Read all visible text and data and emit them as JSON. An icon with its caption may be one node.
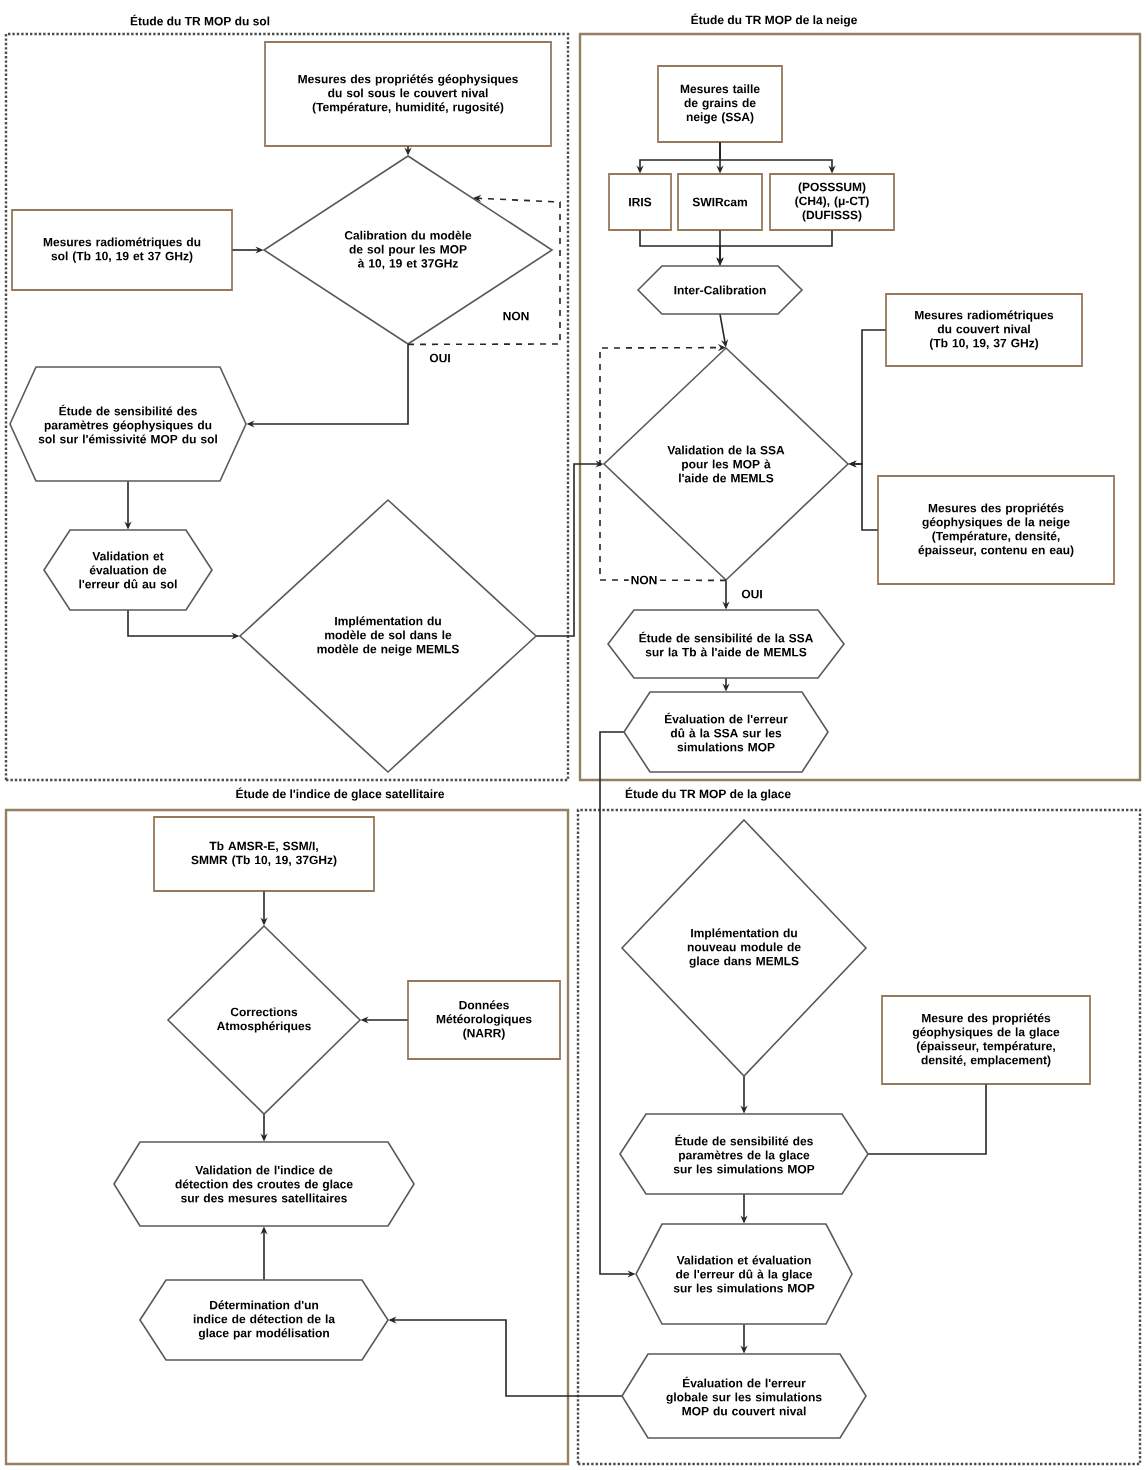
{
  "diagram": {
    "nodes": [
      {
        "text": [
          "Étude du TR MOP du sol"
        ]
      },
      {
        "text": [
          "Mesures des propriétés géophysiques du sol sous le couvert nival (Température, humidité, rugosité)"
        ],
        "in": 0
      },
      {
        "text": [
          "Calibration du modèle de sol pour les MOP à 10, 19 et 37GHz"
        ],
        "in": 0
      },
      {
        "text": [
          "Mesures radiométriques du sol (Tb 10, 19 et 37 GHz)"
        ],
        "in": 0
      },
      {
        "text": [
          "Étude de sensibilité des paramètres géophysiques du sol sur l'émissivité MOP du sol"
        ],
        "in": 0
      },
      {
        "text": [
          "Validation et évaluation de l'erreur dû au sol"
        ],
        "in": 0
      },
      {
        "text": [
          "Implémentation du modèle de sol dans le modèle de neige MEMLS"
        ],
        "in": 0
      },
      {
        "text": [
          "Étude du TR MOP de la neige"
        ]
      },
      {
        "text": [
          "Mesures taille de grains de neige (SSA)"
        ],
        "in": 7
      },
      {
        "text": [
          "IRIS"
        ],
        "in": 7
      },
      {
        "text": [
          "SWIRcam"
        ],
        "in": 7
      },
      {
        "text": [
          "(POSSSUM) (CH4), (μ-CT) (DUFISSS)"
        ],
        "in": 7
      },
      {
        "text": [
          "Inter-Calibration"
        ],
        "in": 7
      },
      {
        "text": [
          "Validation de la SSA pour les MOP à l'aide de MEMLS"
        ],
        "in": 7
      },
      {
        "text": [
          "Mesures radiométriques du couvert nival (Tb 10, 19, 37 GHz)"
        ],
        "in": 7
      },
      {
        "text": [
          "Mesures des propriétés géophysiques de la neige (Température, densité, épaisseur, contenu en eau)"
        ],
        "in": 7
      },
      {
        "text": [
          "Étude de sensibilité de la SSA sur la Tb à l'aide de MEMLS"
        ],
        "in": 7
      },
      {
        "text": [
          "Évaluation de l'erreur dû à la SSA sur les simulations MOP"
        ],
        "in": 7
      },
      {
        "text": [
          "Étude de l'indice de glace satellitaire"
        ]
      },
      {
        "text": [
          "Tb AMSR-E, SSM/I, SMMR (Tb 10, 19, 37GHz)"
        ],
        "in": 18
      },
      {
        "text": [
          "Corrections Atmosphériques"
        ],
        "in": 18
      },
      {
        "text": [
          "Données Météorologiques (NARR)"
        ],
        "in": 18
      },
      {
        "text": [
          "Validation de l'indice de détection des croutes de glace sur des mesures satellitaires"
        ],
        "in": 18
      },
      {
        "text": [
          "Détermination d'un indice de détection de la glace par modélisation"
        ],
        "in": 18
      },
      {
        "text": [
          "Étude du TR MOP de la glace"
        ]
      },
      {
        "text": [
          "Implémentation du nouveau module de glace dans MEMLS"
        ],
        "in": 24
      },
      {
        "text": [
          "Mesure des propriétés géophysiques de la glace (épaisseur, température, densité, emplacement)"
        ],
        "in": 24
      },
      {
        "text": [
          "Étude de sensibilité des paramètres de la glace sur les simulations MOP"
        ],
        "in": 24
      },
      {
        "text": [
          "Validation et évaluation de l'erreur dû à la glace sur les simulations MOP"
        ],
        "in": 24
      },
      {
        "text": [
          "Évaluation de l'erreur globale sur les simulations MOP du couvert nival"
        ],
        "in": 24
      }
    ],
    "edges": [
      {
        "from": 1,
        "to": 2,
        "arrow": "to"
      },
      {
        "from": 3,
        "to": 2,
        "arrow": "to"
      },
      {
        "from": 2,
        "to": 2,
        "arrow": "to",
        "label": "NON",
        "style": "dashed"
      },
      {
        "from": 2,
        "to": 4,
        "arrow": "to",
        "label": "OUI"
      },
      {
        "from": 4,
        "to": 5,
        "arrow": "to"
      },
      {
        "from": 5,
        "to": 6,
        "arrow": "to"
      },
      {
        "from": 6,
        "to": 13,
        "arrow": "to"
      },
      {
        "from": 8,
        "to": 9,
        "arrow": "to"
      },
      {
        "from": 8,
        "to": 10,
        "arrow": "to"
      },
      {
        "from": 8,
        "to": 11,
        "arrow": "to"
      },
      {
        "from": 9,
        "to": 12,
        "arrow": "to"
      },
      {
        "from": 10,
        "to": 12,
        "arrow": "to"
      },
      {
        "from": 11,
        "to": 12,
        "arrow": "to"
      },
      {
        "from": 12,
        "to": 13,
        "arrow": "to"
      },
      {
        "from": 14,
        "to": 13,
        "arrow": "to"
      },
      {
        "from": 15,
        "to": 13,
        "arrow": "to"
      },
      {
        "from": 13,
        "to": 13,
        "arrow": "to",
        "label": "NON",
        "style": "dashed"
      },
      {
        "from": 13,
        "to": 16,
        "arrow": "to",
        "label": "OUI"
      },
      {
        "from": 16,
        "to": 17,
        "arrow": "to"
      },
      {
        "from": 17,
        "to": 28,
        "arrow": "to"
      },
      {
        "from": 19,
        "to": 20,
        "arrow": "to"
      },
      {
        "from": 21,
        "to": 20,
        "arrow": "to"
      },
      {
        "from": 20,
        "to": 22,
        "arrow": "to"
      },
      {
        "from": 23,
        "to": 22,
        "arrow": "to"
      },
      {
        "from": 29,
        "to": 23,
        "arrow": "to"
      },
      {
        "from": 25,
        "to": 27,
        "arrow": "to"
      },
      {
        "from": 26,
        "to": 27,
        "arrow": "none"
      },
      {
        "from": 27,
        "to": 28,
        "arrow": "to"
      },
      {
        "from": 28,
        "to": 29,
        "arrow": "to"
      }
    ]
  }
}
